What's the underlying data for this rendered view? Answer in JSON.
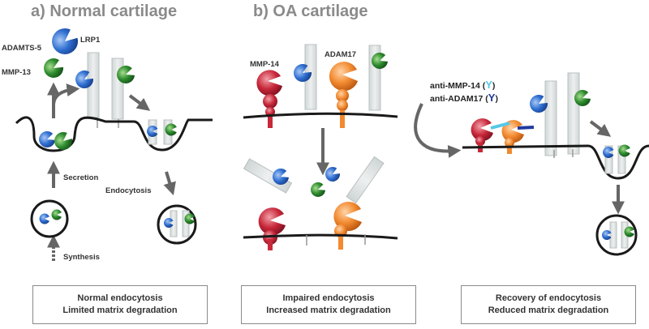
{
  "headers": {
    "normal": "a) Normal cartilage",
    "oa": "b) OA cartilage"
  },
  "labels": {
    "adamts5": "ADAMTS-5",
    "lrp1": "LRP1",
    "mmp13": "MMP-13",
    "secretion": "Secretion",
    "endocytosis": "Endocytosis",
    "synthesis": "Synthesis",
    "mmp14": "MMP-14",
    "adam17": "ADAM17",
    "anti_mmp14_prefix": "anti-MMP-14 (",
    "anti_mmp14_suffix": ")",
    "anti_adam17_prefix": "anti-ADAM17 (",
    "anti_adam17_suffix": ")"
  },
  "summaries": {
    "normal": [
      "Normal endocytosis",
      "Limited matrix degradation"
    ],
    "oa": [
      "Impaired endocytosis",
      "Increased matrix degradation"
    ],
    "recovery": [
      "Recovery of endocytosis",
      "Reduced matrix degradation"
    ]
  },
  "colors": {
    "adamts5_blue": "#2f6fd1",
    "mmp13_green": "#2e8b2e",
    "mmp14_red": "#c8283a",
    "adam17_orange": "#f28a30",
    "lrp1_gray": "#dfe3e3",
    "antibody_light": "#55c8e6",
    "antibody_dark": "#1f3a9e",
    "arrow_gray": "#666666"
  }
}
